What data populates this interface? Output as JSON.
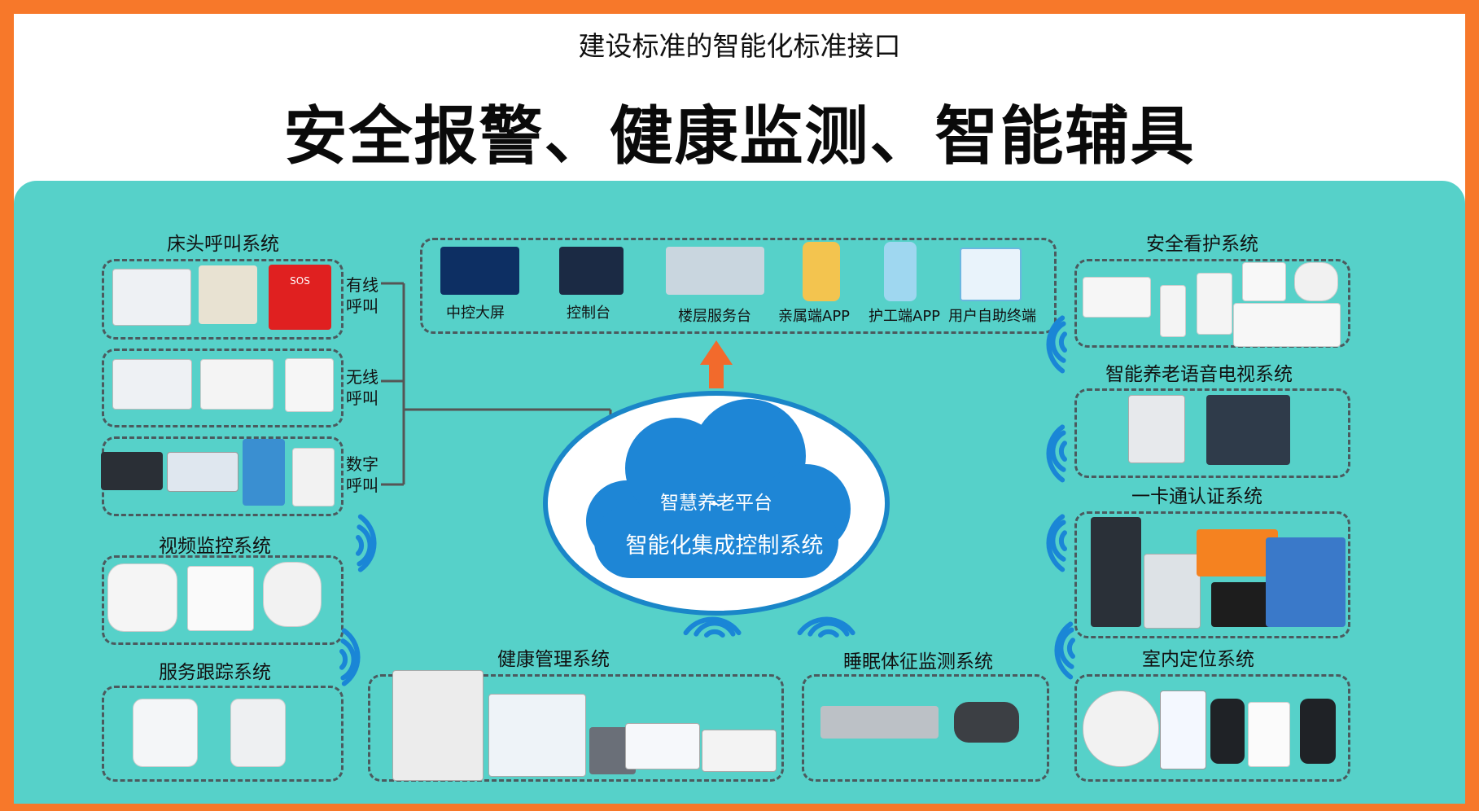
{
  "header": {
    "subtitle": "建设标准的智能化标准接口",
    "title": "安全报警、健康监测、智能辅具"
  },
  "center": {
    "platform": "智慧养老平台",
    "system": "智能化集成控制系统"
  },
  "top_terminals": [
    {
      "label": "中控大屏"
    },
    {
      "label": "控制台"
    },
    {
      "label": "楼层服务台"
    },
    {
      "label": "亲属端APP"
    },
    {
      "label": "护工端APP"
    },
    {
      "label": "用户自助终端"
    }
  ],
  "left": {
    "bedside": {
      "title": "床头呼叫系统",
      "rows": [
        {
          "label": "有线呼叫"
        },
        {
          "label": "无线呼叫"
        },
        {
          "label": "数字呼叫"
        }
      ],
      "sos_text": "SOS"
    },
    "video": {
      "title": "视频监控系统"
    },
    "tracking": {
      "title": "服务跟踪系统"
    }
  },
  "right": {
    "security": {
      "title": "安全看护系统"
    },
    "tv": {
      "title": "智能养老语音电视系统"
    },
    "card": {
      "title": "一卡通认证系统"
    },
    "positioning": {
      "title": "室内定位系统"
    }
  },
  "bottom": {
    "health": {
      "title": "健康管理系统"
    },
    "sleep": {
      "title": "睡眠体征监测系统"
    }
  },
  "colors": {
    "background": "#f7782a",
    "panel": "#56d1c9",
    "cloud": "#1e86d6",
    "arrow": "#f26a2c"
  },
  "icons": [
    "wifi-icon",
    "arrow-up-icon",
    "cloud-icon"
  ]
}
